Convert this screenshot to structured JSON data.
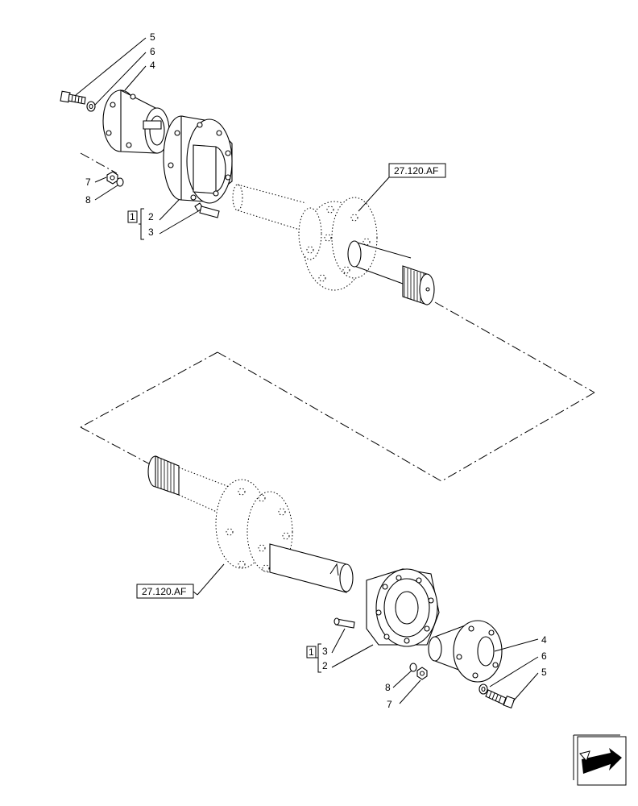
{
  "upper": {
    "callouts": {
      "c5": "5",
      "c6": "6",
      "c4": "4",
      "c7": "7",
      "c8": "8",
      "c2": "2",
      "c3": "3"
    },
    "kit_box": "1",
    "ref_box": "27.120.AF"
  },
  "lower": {
    "callouts": {
      "c4": "4",
      "c6": "6",
      "c5": "5",
      "c3": "3",
      "c2": "2",
      "c8": "8",
      "c7": "7"
    },
    "kit_box": "1",
    "ref_box": "27.120.AF"
  },
  "nav_icon": "next-page-arrow-icon"
}
